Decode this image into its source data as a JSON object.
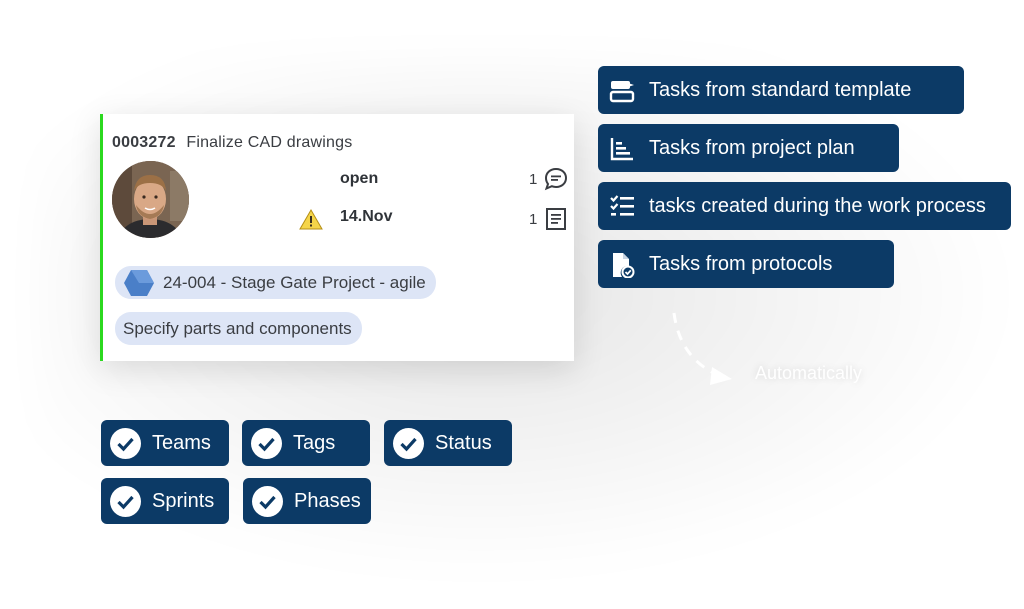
{
  "task_card": {
    "id": "0003272",
    "title": "Finalize CAD drawings",
    "status": "open",
    "due_date": "14.Nov",
    "comment_count": "1",
    "document_count": "1",
    "project": "24-004 - Stage Gate Project - agile",
    "phase": "Specify parts and components",
    "accent_color": "#2bd91f"
  },
  "task_sources": [
    {
      "label": "Tasks from standard template",
      "icon": "template-icon"
    },
    {
      "label": "Tasks from project plan",
      "icon": "project-plan-icon"
    },
    {
      "label": "tasks created during the work process",
      "icon": "checklist-icon"
    },
    {
      "label": "Tasks from protocols",
      "icon": "protocol-document-icon"
    }
  ],
  "automation_label": "Automatically",
  "attributes": [
    {
      "label": "Teams",
      "icon": "check-icon"
    },
    {
      "label": "Tags",
      "icon": "check-icon"
    },
    {
      "label": "Status",
      "icon": "check-icon"
    },
    {
      "label": "Sprints",
      "icon": "check-icon"
    },
    {
      "label": "Phases",
      "icon": "check-icon"
    }
  ],
  "colors": {
    "button_bg": "#0c3a66",
    "pill_bg": "#dde5f6",
    "project_hex": "#4a7fc8"
  }
}
